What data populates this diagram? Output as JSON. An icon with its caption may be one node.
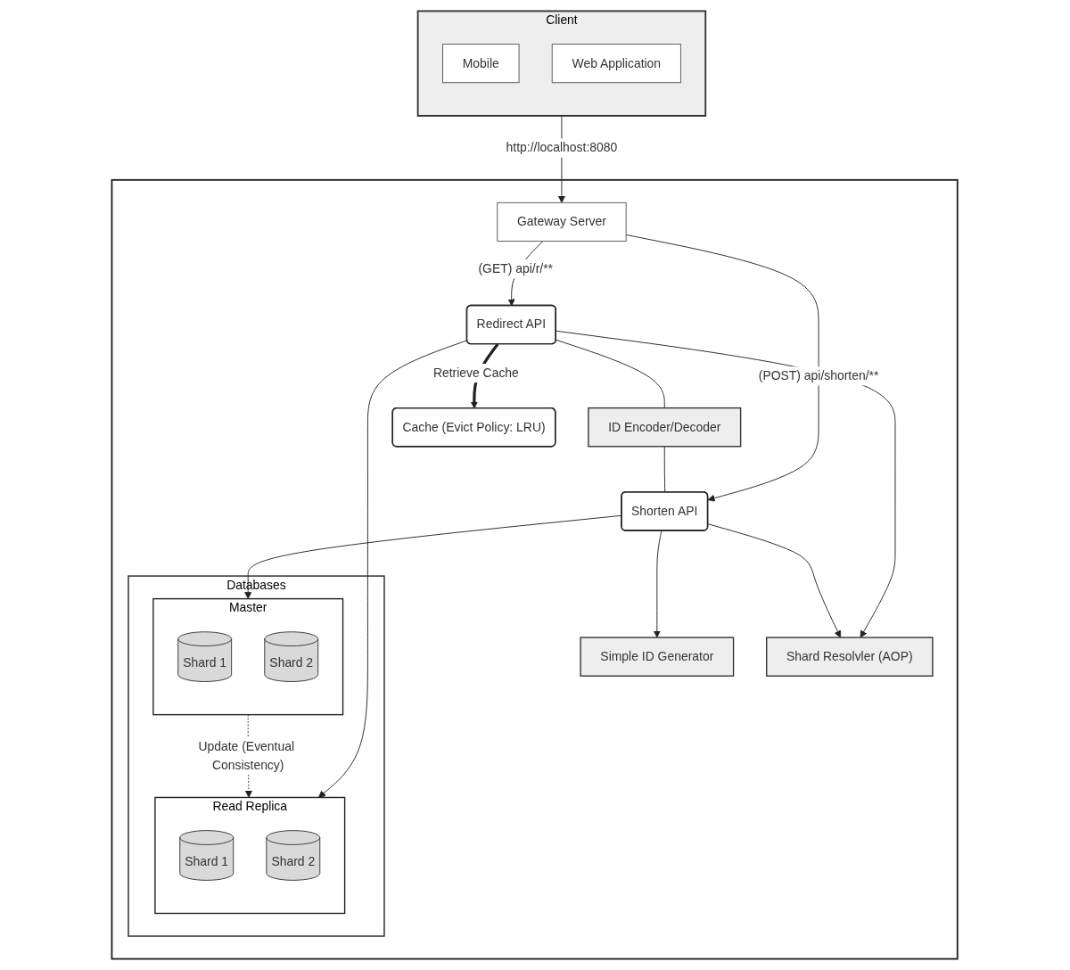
{
  "diagram": {
    "nodes": [
      {
        "text": [
          "Client"
        ]
      },
      {
        "text": [
          "Mobile"
        ],
        "in": 0
      },
      {
        "text": [
          "Web Application"
        ],
        "in": 0
      },
      {
        "text": [],
        "shape": "box"
      },
      {
        "text": [
          "Gateway Server"
        ],
        "in": 3
      },
      {
        "text": [
          "Redirect API"
        ],
        "in": 3
      },
      {
        "text": [
          "ID Encoder/Decoder"
        ],
        "in": 3
      },
      {
        "text": [
          "Shorten API"
        ],
        "in": 3
      },
      {
        "text": [
          "Simple ID Generator"
        ],
        "in": 3
      },
      {
        "text": [
          "Cache (Evict Policy: LRU)"
        ],
        "in": 3
      },
      {
        "text": [
          "Shard Resolvler (AOP)"
        ],
        "in": 3
      },
      {
        "text": [
          "Databases"
        ],
        "in": 3
      },
      {
        "text": [
          "Read Replica"
        ],
        "in": 11
      },
      {
        "text": [
          "Shard 1"
        ],
        "in": 12
      },
      {
        "text": [
          "Shard 2"
        ],
        "in": 12
      },
      {
        "text": [
          "Master"
        ],
        "in": 11
      },
      {
        "text": [
          "Shard 1"
        ],
        "in": 15
      },
      {
        "text": [
          "Shard 2"
        ],
        "in": 15
      }
    ],
    "edges": [
      {
        "from": 0,
        "to": 4,
        "arrow": "to",
        "label": "http://localhost:8080"
      },
      {
        "from": 4,
        "to": 5,
        "arrow": "to",
        "label": "(GET) api/r/**"
      },
      {
        "from": 4,
        "to": 7,
        "arrow": "to",
        "label": "(POST) api/shorten/**"
      },
      {
        "from": 5,
        "to": 6,
        "arrow": "none"
      },
      {
        "from": 6,
        "to": 7,
        "arrow": "none"
      },
      {
        "from": 7,
        "to": 8,
        "arrow": "to"
      },
      {
        "from": 5,
        "to": 9,
        "arrow": "to",
        "label": "Retrieve Cache",
        "style": "thick"
      },
      {
        "from": 5,
        "to": 10,
        "arrow": "to"
      },
      {
        "from": 7,
        "to": 10,
        "arrow": "to"
      },
      {
        "from": 5,
        "to": 12,
        "arrow": "to"
      },
      {
        "from": 7,
        "to": 15,
        "arrow": "to"
      },
      {
        "from": 15,
        "to": 12,
        "arrow": "to",
        "label": "Update (Eventual Consistency)",
        "style": "dashed"
      }
    ]
  }
}
